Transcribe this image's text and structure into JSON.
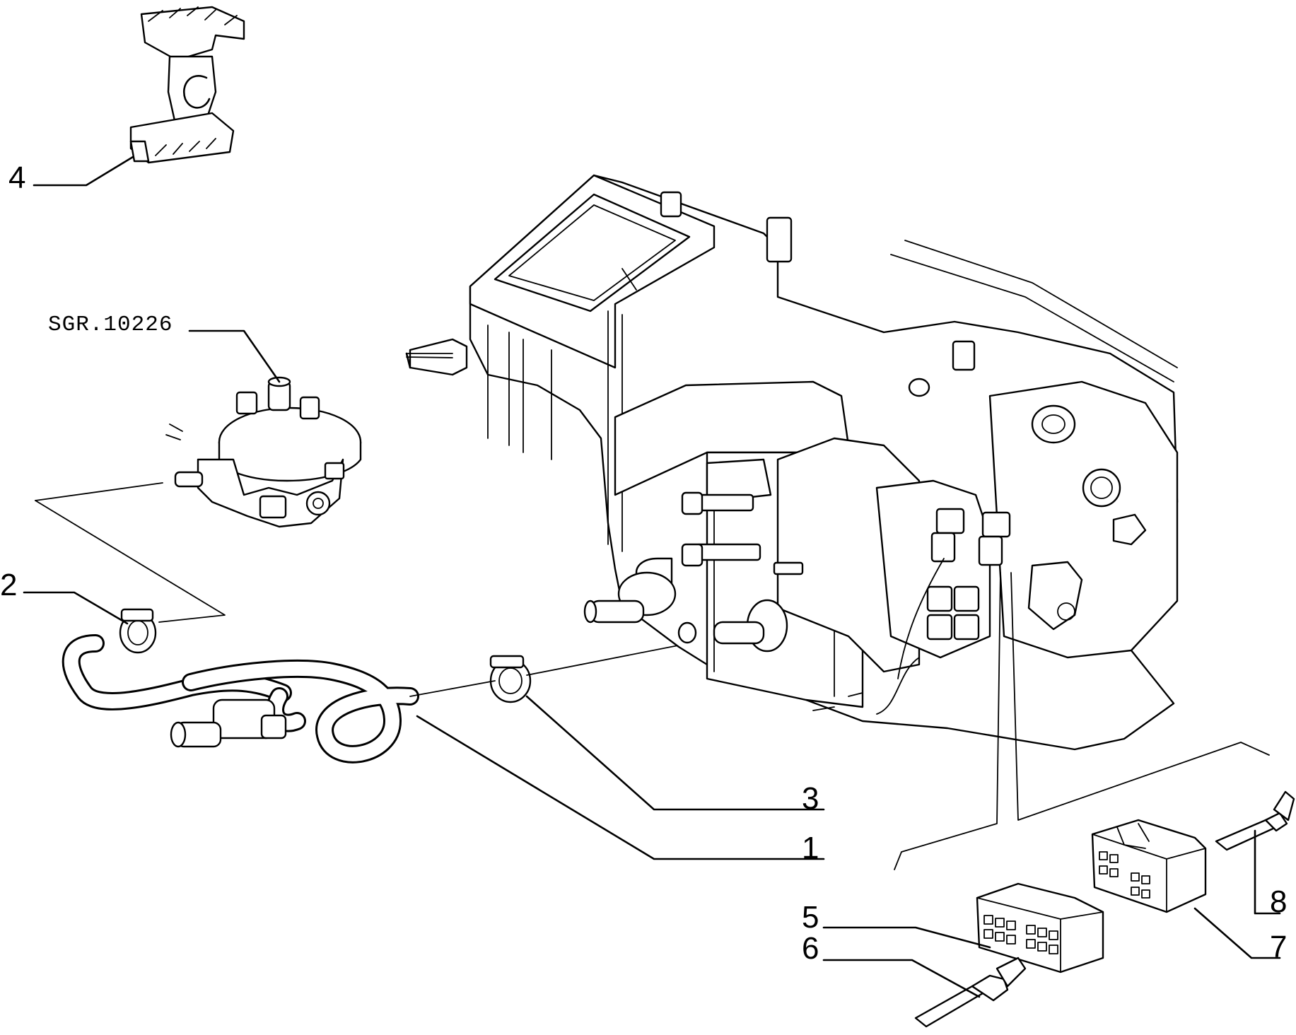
{
  "reference_code": "SGR.10226",
  "callouts": [
    {
      "id": "c1",
      "label": "1"
    },
    {
      "id": "c2",
      "label": "2"
    },
    {
      "id": "c3",
      "label": "3"
    },
    {
      "id": "c4",
      "label": "4"
    },
    {
      "id": "c5",
      "label": "5"
    },
    {
      "id": "c6",
      "label": "6"
    },
    {
      "id": "c7",
      "label": "7"
    },
    {
      "id": "c8",
      "label": "8"
    }
  ]
}
